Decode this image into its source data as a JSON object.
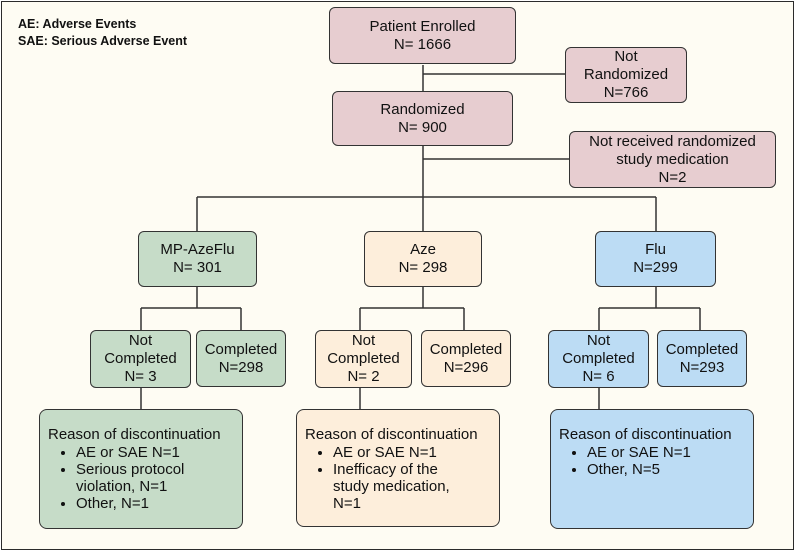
{
  "legend": {
    "line1": "AE: Adverse Events",
    "line2": "SAE: Serious Adverse Event"
  },
  "enrolled": {
    "title": "Patient Enrolled",
    "count": "N= 1666"
  },
  "not_randomized": {
    "line1": "Not",
    "line2": "Randomized",
    "count": "N=766"
  },
  "randomized": {
    "title": "Randomized",
    "count": "N= 900"
  },
  "not_received": {
    "line1": "Not received randomized",
    "line2": "study medication",
    "count": "N=2"
  },
  "arms": {
    "mp": {
      "title": "MP-AzeFlu",
      "count": "N= 301",
      "not_completed": {
        "line1": "Not",
        "line2": "Completed",
        "count": "N= 3"
      },
      "completed": {
        "label": "Completed",
        "count": "N=298"
      },
      "reason": {
        "heading": "Reason of discontinuation",
        "items": [
          "AE or SAE N=1",
          "Serious protocol violation, N=1",
          "Other, N=1"
        ]
      }
    },
    "aze": {
      "title": "Aze",
      "count": "N= 298",
      "not_completed": {
        "line1": "Not",
        "line2": "Completed",
        "count": "N= 2"
      },
      "completed": {
        "label": "Completed",
        "count": "N=296"
      },
      "reason": {
        "heading": "Reason of discontinuation",
        "items": [
          "AE or SAE N=1",
          "Inefficacy of the study medication, N=1"
        ]
      }
    },
    "flu": {
      "title": "Flu",
      "count": "N=299",
      "not_completed": {
        "line1": "Not",
        "line2": "Completed",
        "count": "N= 6"
      },
      "completed": {
        "label": "Completed",
        "count": "N=293"
      },
      "reason": {
        "heading": "Reason of discontinuation",
        "items": [
          "AE or SAE N=1",
          "Other, N=5"
        ]
      }
    }
  },
  "colors": {
    "pink": "#e7cdd0",
    "green": "#c6dcc8",
    "cream": "#fdeedb",
    "blue": "#bcdcf4",
    "line": "#333333"
  }
}
